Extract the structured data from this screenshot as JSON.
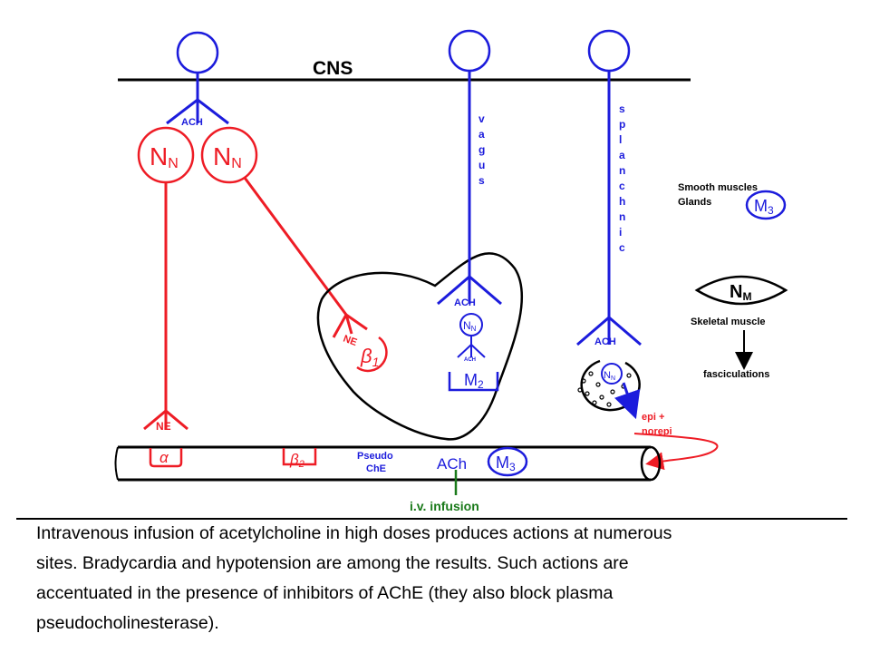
{
  "diagram": {
    "cns_label": "CNS",
    "vagus_letters": [
      "v",
      "a",
      "g",
      "u",
      "s"
    ],
    "splanchnic_letters": [
      "s",
      "p",
      "l",
      "a",
      "n",
      "c",
      "h",
      "n",
      "i",
      "c"
    ],
    "ach_upper": "ACH",
    "ach_small": "ACH",
    "receptor_n": "N",
    "sub_n": "N",
    "sub_m": "M",
    "ne": "NE",
    "alpha": "α",
    "beta": "β",
    "sub_1": "1",
    "sub_2": "2",
    "m2_main": "M",
    "m2_sub": "2",
    "m3_main": "M",
    "m3_sub": "3",
    "smooth_muscles": "Smooth muscles",
    "glands": "Glands",
    "skeletal_muscle": "Skeletal muscle",
    "fasciculations": "fasciculations",
    "epi": "epi +",
    "norepi": "norepi",
    "pseudo": "Pseudo",
    "che": "ChE",
    "ach_vessel": "ACh",
    "iv_infusion": "i.v. infusion",
    "colors": {
      "red": "#ee1c25",
      "blue": "#1c1cdc",
      "green": "#1a7a1a",
      "black": "#000000"
    }
  },
  "caption": {
    "lines": [
      "Intravenous infusion of acetylcholine in high doses produces actions at numerous",
      "sites. Bradycardia and hypotension are among the results. Such actions are",
      "accentuated in the presence of inhibitors of AChE (they also block plasma",
      "pseudocholinesterase)."
    ]
  }
}
